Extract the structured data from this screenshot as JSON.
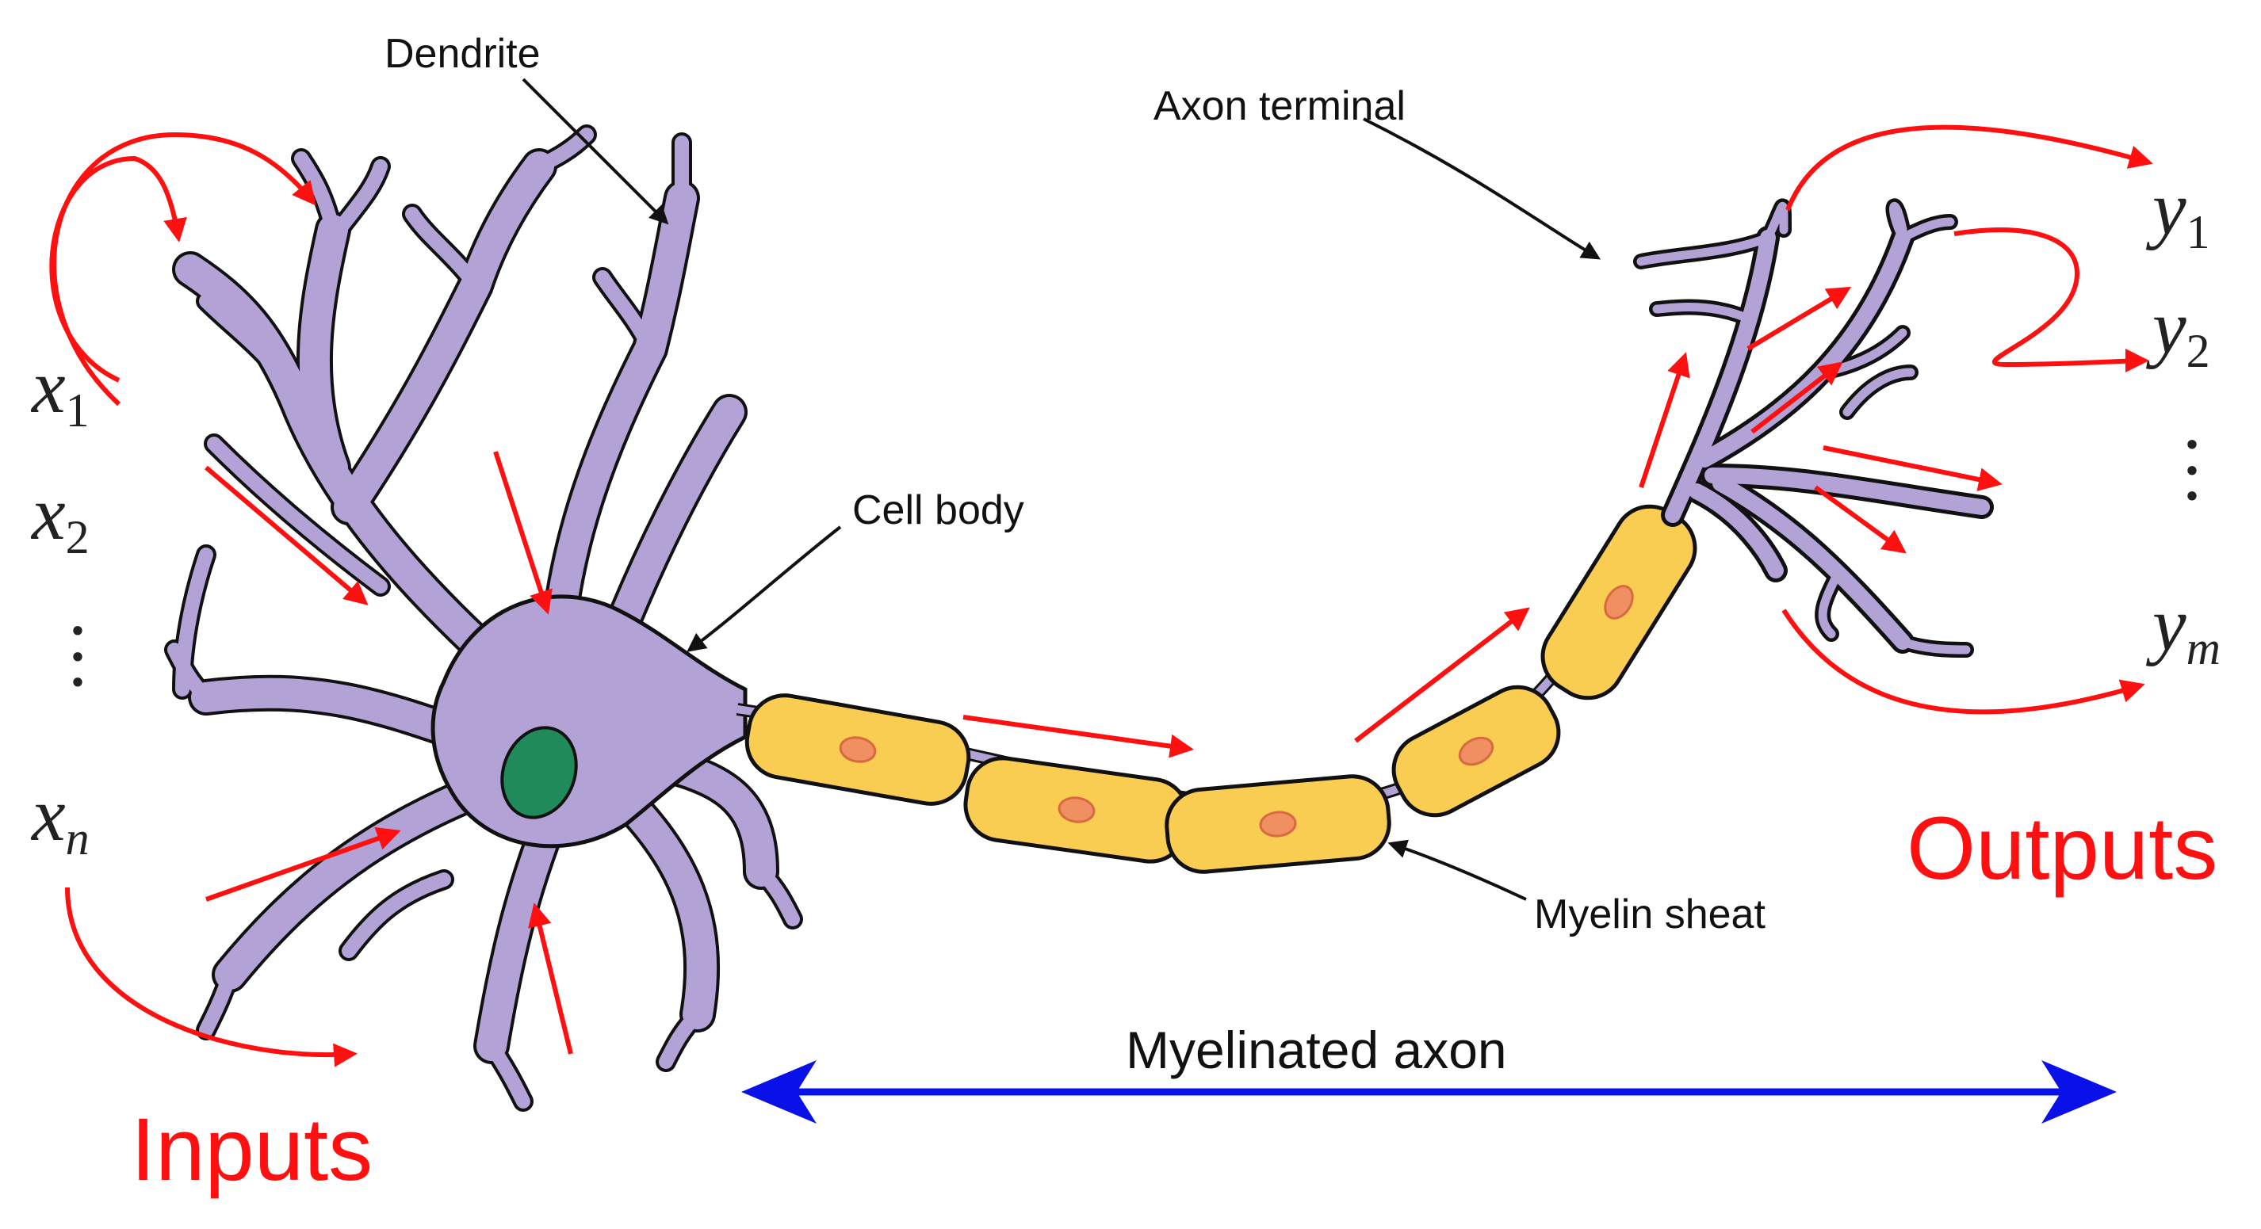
{
  "labels": {
    "dendrite": "Dendrite",
    "axon_terminal": "Axon terminal",
    "cell_body": "Cell body",
    "myelin_sheath": "Myelin sheat",
    "myelinated_axon": "Myelinated axon",
    "inputs": "Inputs",
    "outputs": "Outputs"
  },
  "inputs": {
    "x1": {
      "base": "x",
      "sub": "1"
    },
    "x2": {
      "base": "x",
      "sub": "2"
    },
    "xn": {
      "base": "x",
      "sub": "n"
    }
  },
  "outputs": {
    "y1": {
      "base": "y",
      "sub": "1"
    },
    "y2": {
      "base": "y",
      "sub": "2"
    },
    "ym": {
      "base": "y",
      "sub": "m"
    }
  },
  "colors": {
    "neuron": "#b3a2d6",
    "myelin": "#f9cc52",
    "nucleus": "#1f8a5a",
    "myelin_nucleus": "#ef8f62",
    "signal_arrow": "#ff1010",
    "axon_span_arrow": "#0a10e8"
  }
}
